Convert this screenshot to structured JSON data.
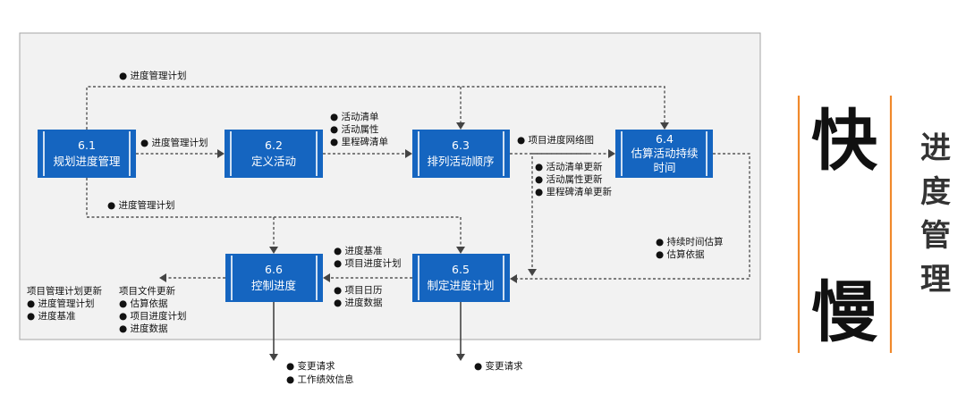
{
  "processes": [
    {
      "id": "p61",
      "code": "6.1",
      "name": "规划进度管理"
    },
    {
      "id": "p62",
      "code": "6.2",
      "name": "定义活动"
    },
    {
      "id": "p63",
      "code": "6.3",
      "name": "排列活动顺序"
    },
    {
      "id": "p64",
      "code": "6.4",
      "name": "估算活动持续",
      "name2": "时间"
    },
    {
      "id": "p65",
      "code": "6.5",
      "name": "制定进度计划"
    },
    {
      "id": "p66",
      "code": "6.6",
      "name": "控制进度"
    }
  ],
  "labels": {
    "top_plan": "● 进度管理计划",
    "p61_to_p62": "● 进度管理计划",
    "p62_out": [
      "● 活动清单",
      "● 活动属性",
      "● 里程碑清单"
    ],
    "p63_net": "● 项目进度网络图",
    "p63_updates": [
      "● 活动清单更新",
      "● 活动属性更新",
      "● 里程碑清单更新"
    ],
    "mid_plan": "● 进度管理计划",
    "p64_out": [
      "● 持续时间估算",
      "● 估算依据"
    ],
    "p65_to_p66_upper": [
      "● 进度基准",
      "● 项目进度计划"
    ],
    "p65_to_p66_lower": [
      "● 项目日历",
      "● 进度数据"
    ],
    "p66_out_left_title": "项目管理计划更新",
    "p66_out_left": [
      "● 进度管理计划",
      "● 进度基准"
    ],
    "p66_out_right_title": "项目文件更新",
    "p66_out_right": [
      "● 估算依据",
      "● 项目进度计划",
      "● 进度数据"
    ],
    "p66_bottom": [
      "● 变更请求",
      "● 工作绩效信息"
    ],
    "p65_bottom": [
      "● 变更请求"
    ]
  },
  "side": {
    "fast": "快",
    "slow": "慢",
    "title_chars": [
      "进",
      "度",
      "管",
      "理"
    ]
  },
  "colors": {
    "process_fill": "#1565c0",
    "divider": "#f0892b",
    "frame_fill": "#f2f2f2"
  }
}
